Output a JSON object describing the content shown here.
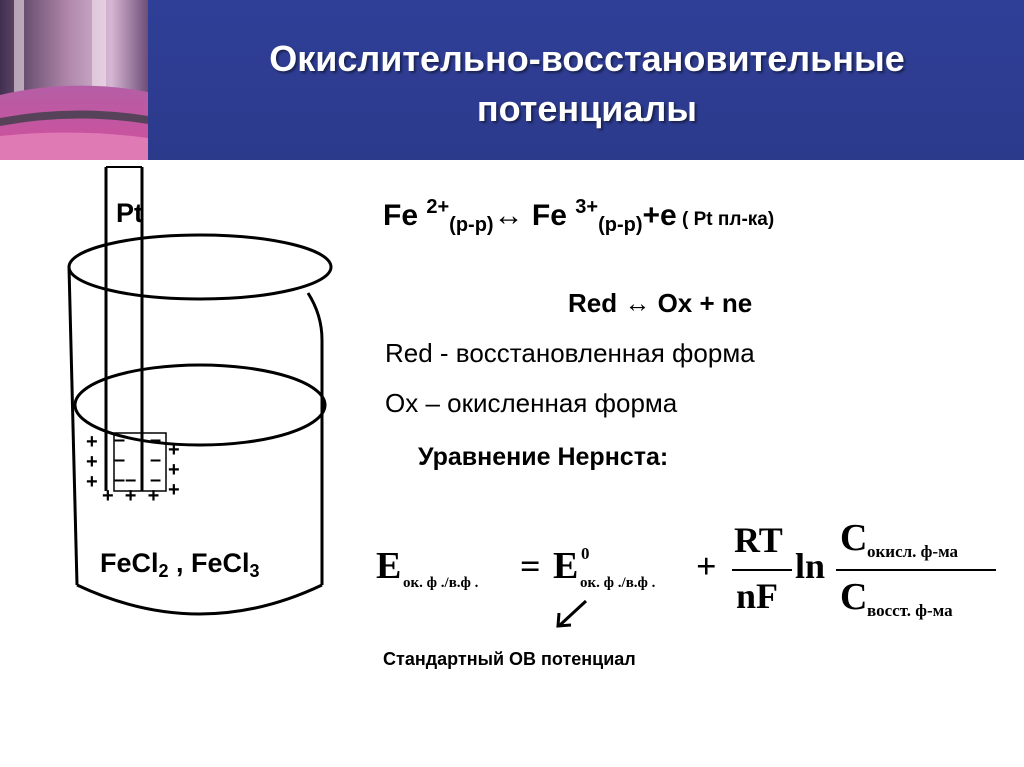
{
  "slide": {
    "title_line1": "Окислительно-восстановительные",
    "title_line2": "потенциалы"
  },
  "beaker": {
    "electrode_label": "Pt",
    "solution_label": {
      "part1": "FeCl",
      "sub1": "2",
      "sep": " , FeCl",
      "sub2": "3"
    },
    "charges": {
      "plus_left": "+\n+\n+",
      "minus_left": "–\n–\n––",
      "minus_right": "–\n–\n–",
      "plus_right": "+\n+\n+",
      "plus_bottom": "+  +  +"
    }
  },
  "reaction": {
    "fe1": "Fe ",
    "charge1": "2+",
    "phase1": "(р-р)",
    "arrow": "↔",
    "fe2": " Fe ",
    "charge2": "3+",
    "phase2": "(р-р)",
    "electron": "+e",
    "note": " ( Pt пл-ка)"
  },
  "red_ox": {
    "red": "Red ",
    "arrow": "↔",
    "rest": " Ox + ne"
  },
  "definitions": {
    "red_def": "Red - восстановленная форма",
    "ox_def": "Ox – окисленная форма"
  },
  "nernst": {
    "title": "Уравнение  Нернста:",
    "lhs_E": "E",
    "lhs_sub": "ок. ф ./в.ф .",
    "equals": "=",
    "std_E": "E",
    "std_sup": "0",
    "std_sub": "ок. ф ./в.ф .",
    "plus": "+",
    "rt": "RT",
    "nf": "nF",
    "ln": "ln",
    "c_num": "C",
    "c_num_sub": "окисл. ф-ма",
    "c_den": "C",
    "c_den_sub": "восст. ф-ма"
  },
  "std_potential_label": "Стандартный ОВ потенциал",
  "colors": {
    "header_blue": "#2e3d93",
    "title_text": "#ffffff"
  }
}
